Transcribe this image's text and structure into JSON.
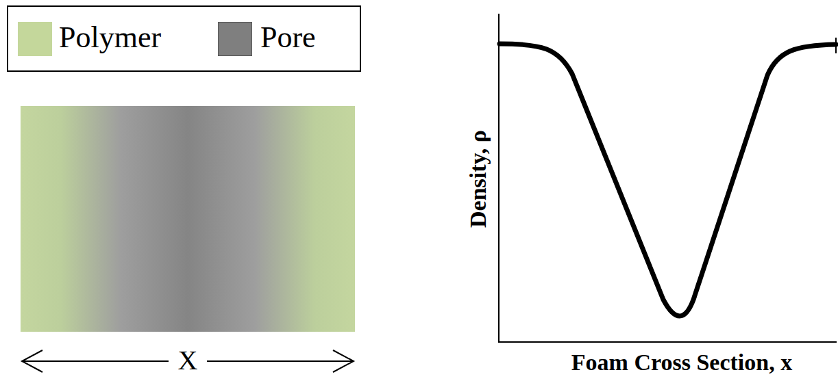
{
  "diagram": {
    "labels": [
      "X",
      "Density, ρ",
      "Foam Cross Section, x"
    ],
    "legend": [
      {
        "text": "Polymer",
        "color": "#c4d79b"
      },
      {
        "text": "Pore",
        "color": "#7f7f7f"
      }
    ]
  }
}
